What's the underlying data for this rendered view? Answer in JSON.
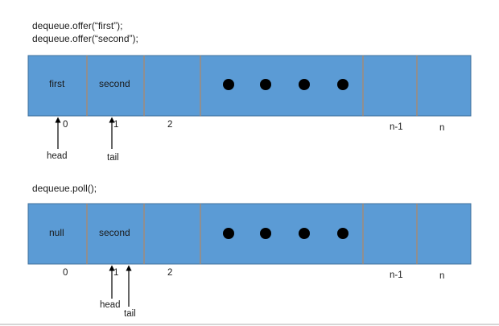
{
  "code": {
    "line1": "dequeue.offer(“first”);",
    "line2": "dequeue.offer(“second”);",
    "line3": "dequeue.poll();"
  },
  "diagram1": {
    "cells": [
      "first",
      "second"
    ],
    "indices": [
      "0",
      "1",
      "2",
      "n-1",
      "n"
    ],
    "head_label": "head",
    "tail_label": "tail"
  },
  "diagram2": {
    "cells": [
      "null",
      "second"
    ],
    "indices": [
      "0",
      "1",
      "2",
      "n-1",
      "n"
    ],
    "head_label": "head",
    "tail_label": "tail"
  },
  "colors": {
    "cell_fill": "#5b9bd5",
    "divider": "#c5834b",
    "outline": "#41719c",
    "dot": "#000000"
  }
}
